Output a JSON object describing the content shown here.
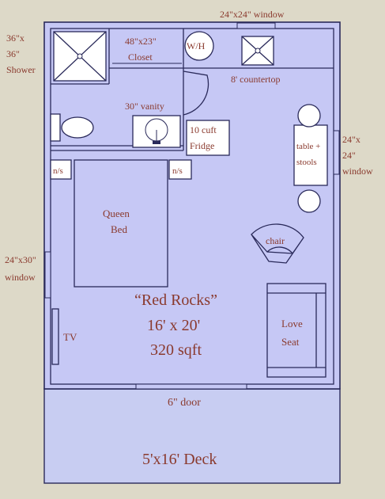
{
  "colors": {
    "background": "#ddd9c8",
    "floor": "#c6c8f5",
    "deck": "#c8cdf2",
    "walls": "#2a2a5a",
    "text": "#8a3a2e",
    "fixture": "#ffffff"
  },
  "labels": {
    "shower": "36\"x 36\" Shower",
    "closet": "48\"x23\" Closet",
    "water_heater": "W/H",
    "window_top": "24\"x24\" window",
    "countertop": "8' countertop",
    "vanity": "30\" vanity",
    "fridge": "10 cuft Fridge",
    "table": "table + stools",
    "window_right": "24\"x 24\" window",
    "nightstand_left": "n/s",
    "nightstand_right": "n/s",
    "bed": "Queen Bed",
    "chair": "chair",
    "window_left": "24\"x30\" window",
    "tv": "TV",
    "love_seat": "Love Seat",
    "room_name": "“Red Rocks”",
    "room_size": "16' x 20'",
    "room_area": "320 sqft",
    "door": "6\" door",
    "deck": "5'x16' Deck"
  }
}
